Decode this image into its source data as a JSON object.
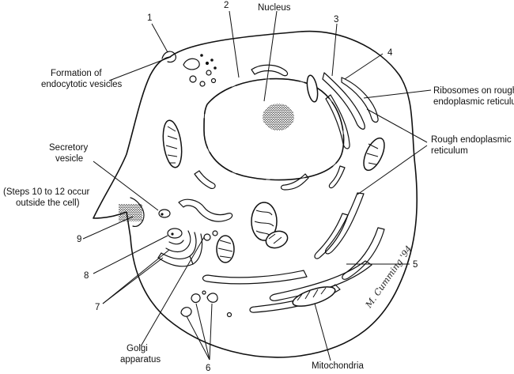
{
  "labels": {
    "nucleus": "Nucleus",
    "endocytotic": [
      "Formation of",
      "endocytotic vesicles"
    ],
    "ribosomes": [
      "Ribosomes on rough",
      "endoplasmic reticulum"
    ],
    "rough_er": [
      "Rough endoplasmic",
      "reticulum"
    ],
    "secretory": [
      "Secretory",
      "vesicle"
    ],
    "steps": [
      "(Steps 10 to 12 occur",
      "outside the cell)"
    ],
    "golgi": [
      "Golgi",
      "apparatus"
    ],
    "mitochondria": "Mitochondria"
  },
  "numbers": {
    "n1": "1",
    "n2": "2",
    "n3": "3",
    "n4": "4",
    "n5": "5",
    "n6": "6",
    "n7": "7",
    "n8": "8",
    "n9": "9"
  },
  "signature": "M. Cumming '94"
}
